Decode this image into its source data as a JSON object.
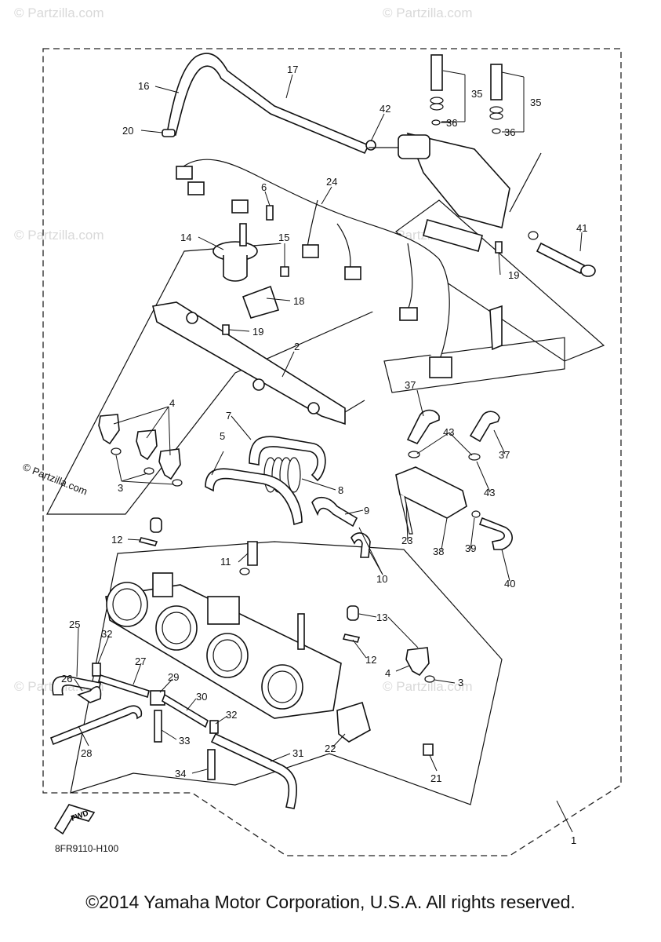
{
  "diagram_code": "8FR9110-H100",
  "copyright": "©2014 Yamaha Motor Corporation, U.S.A. All rights reserved.",
  "watermark_main": "© Partzilla.com",
  "watermark_faint": "© Partzilla.com",
  "fwd_label": "FWD",
  "callouts": [
    "1",
    "2",
    "3",
    "4",
    "5",
    "6",
    "7",
    "8",
    "9",
    "10",
    "11",
    "12",
    "13",
    "14",
    "15",
    "16",
    "17",
    "18",
    "19",
    "20",
    "21",
    "22",
    "23",
    "24",
    "25",
    "26",
    "27",
    "28",
    "29",
    "30",
    "31",
    "32",
    "33",
    "34",
    "35",
    "36",
    "37",
    "38",
    "39",
    "40",
    "41",
    "42",
    "43"
  ],
  "colors": {
    "line": "#111111",
    "watermark": "#d9d9d9",
    "background": "#ffffff"
  }
}
